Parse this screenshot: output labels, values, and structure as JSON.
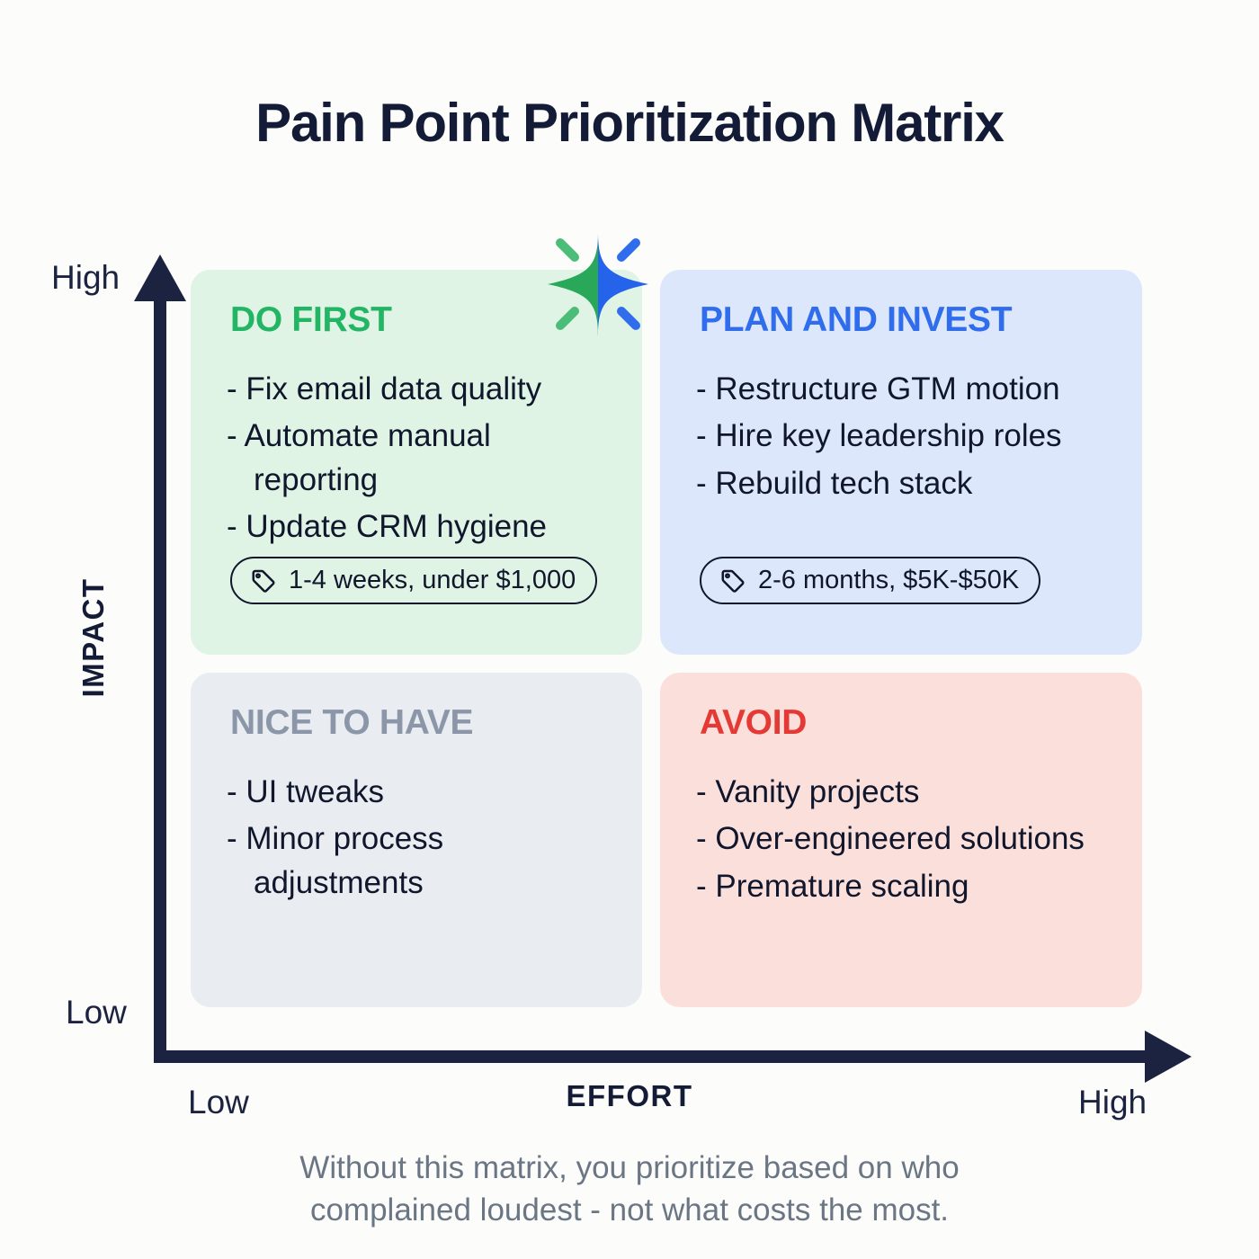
{
  "title": "Pain Point Prioritization Matrix",
  "axes": {
    "y_title": "IMPACT",
    "y_high": "High",
    "y_low": "Low",
    "x_title": "EFFORT",
    "x_low": "Low",
    "x_high": "High",
    "axis_color": "#1b2340"
  },
  "sparkle": {
    "name": "sparkle-icon",
    "green": "#2aa85a",
    "blue": "#2563eb"
  },
  "quadrants": [
    {
      "id": "do-first",
      "heading": "DO FIRST",
      "heading_color": "#22b563",
      "background": "#dff4e4",
      "items": [
        "Fix email data quality",
        "Automate manual reporting",
        "Update CRM hygiene"
      ],
      "tag": "1-4 weeks, under $1,000"
    },
    {
      "id": "plan-and-invest",
      "heading": "PLAN AND INVEST",
      "heading_color": "#2f6ded",
      "background": "#dde7fb",
      "items": [
        "Restructure GTM motion",
        "Hire key leadership roles",
        "Rebuild tech stack"
      ],
      "tag": "2-6 months, $5K-$50K"
    },
    {
      "id": "nice-to-have",
      "heading": "NICE TO HAVE",
      "heading_color": "#8b97a8",
      "background": "#e9ecf1",
      "items": [
        "UI tweaks",
        "Minor process adjustments"
      ],
      "tag": null
    },
    {
      "id": "avoid",
      "heading": "AVOID",
      "heading_color": "#e53935",
      "background": "#fbdfdb",
      "items": [
        "Vanity projects",
        "Over-engineered solutions",
        "Premature scaling"
      ],
      "tag": null
    }
  ],
  "footer": {
    "line1": "Without this matrix, you prioritize based on who",
    "line2": "complained loudest - not what costs the most."
  }
}
